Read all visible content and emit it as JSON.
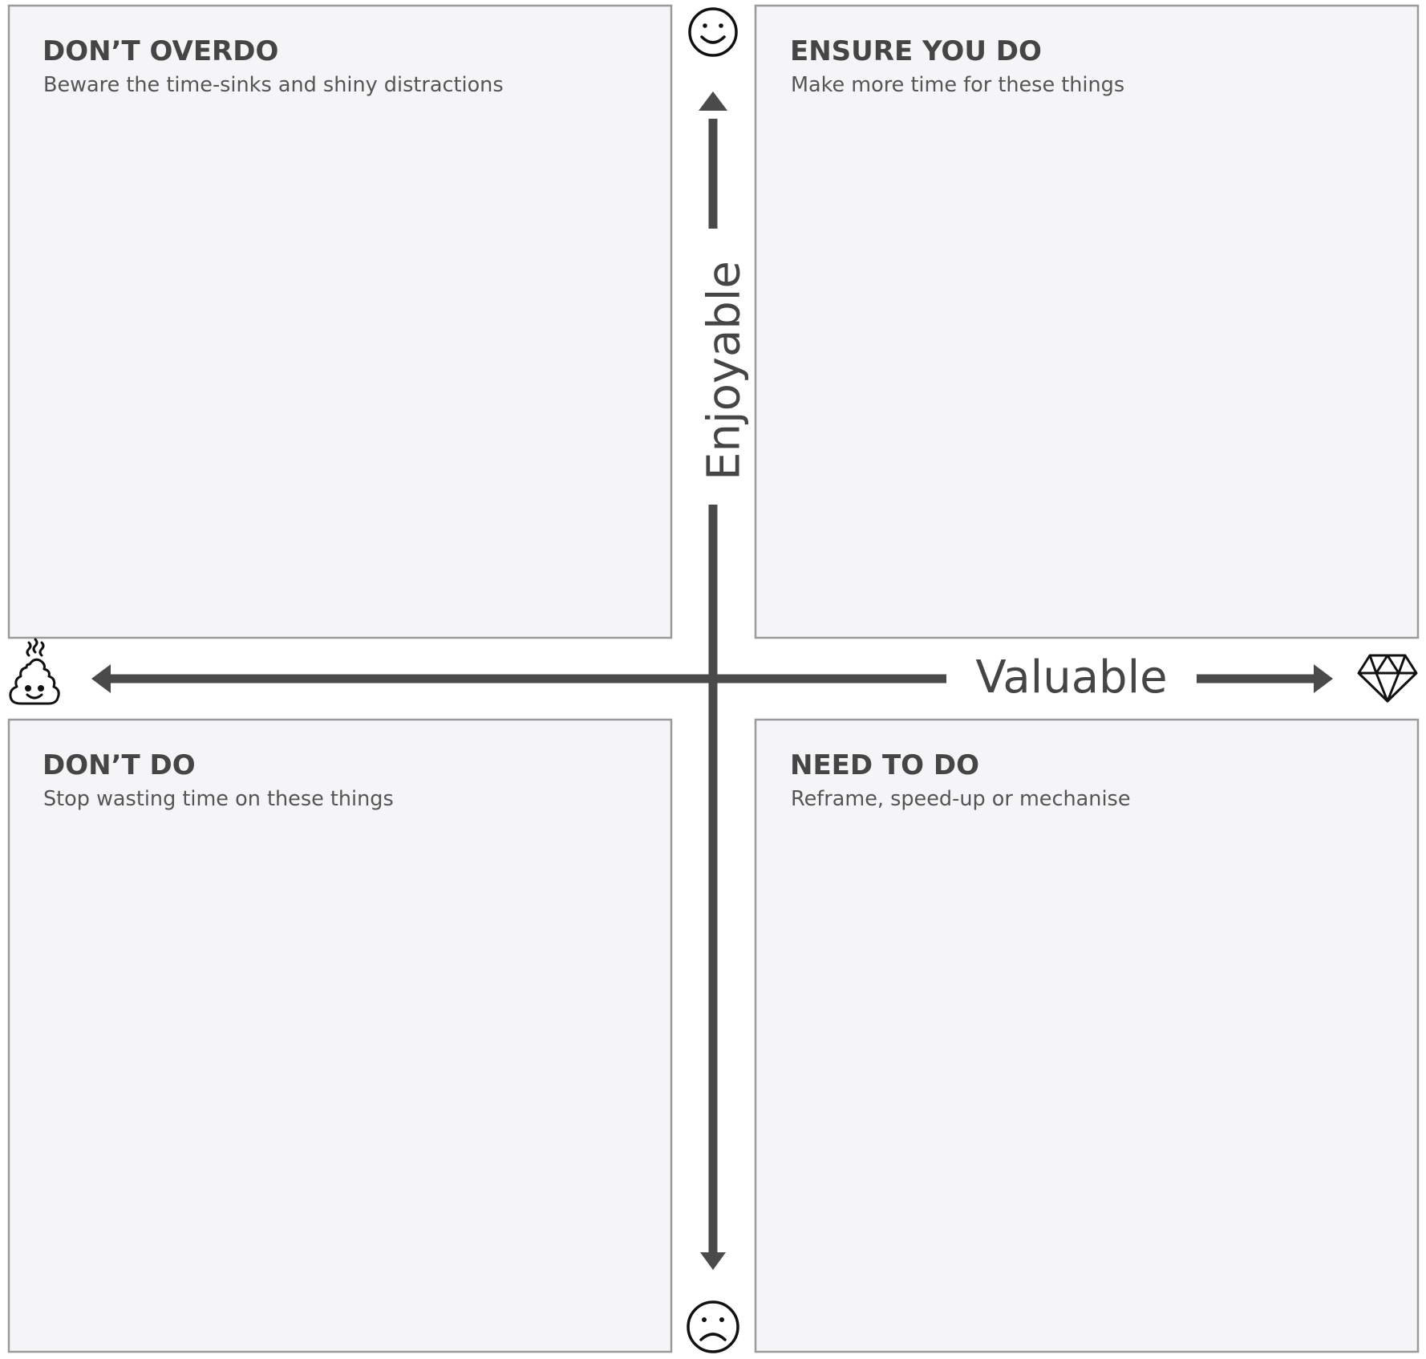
{
  "colors": {
    "axis": "#4a4a4a",
    "box_fill": "#f5f5f7",
    "box_border": "#9a9a9a",
    "heading": "#454545",
    "text": "#555555"
  },
  "quadrants": [
    {
      "id": "top-left",
      "title": "DON’T OVERDO",
      "subtitle": "Beware the time-sinks and shiny distractions"
    },
    {
      "id": "top-right",
      "title": "ENSURE YOU DO",
      "subtitle": "Make more time for these things"
    },
    {
      "id": "bottom-left",
      "title": "DON’T DO",
      "subtitle": "Stop wasting time on these things"
    },
    {
      "id": "bottom-right",
      "title": "NEED TO DO",
      "subtitle": "Reframe, speed-up or mechanise"
    }
  ],
  "axes": {
    "vertical": {
      "label": "Enjoyable",
      "top_icon": "smiley-face-icon",
      "bottom_icon": "frowning-face-icon"
    },
    "horizontal": {
      "label": "Valuable",
      "left_icon": "poop-icon",
      "right_icon": "diamond-icon"
    }
  }
}
